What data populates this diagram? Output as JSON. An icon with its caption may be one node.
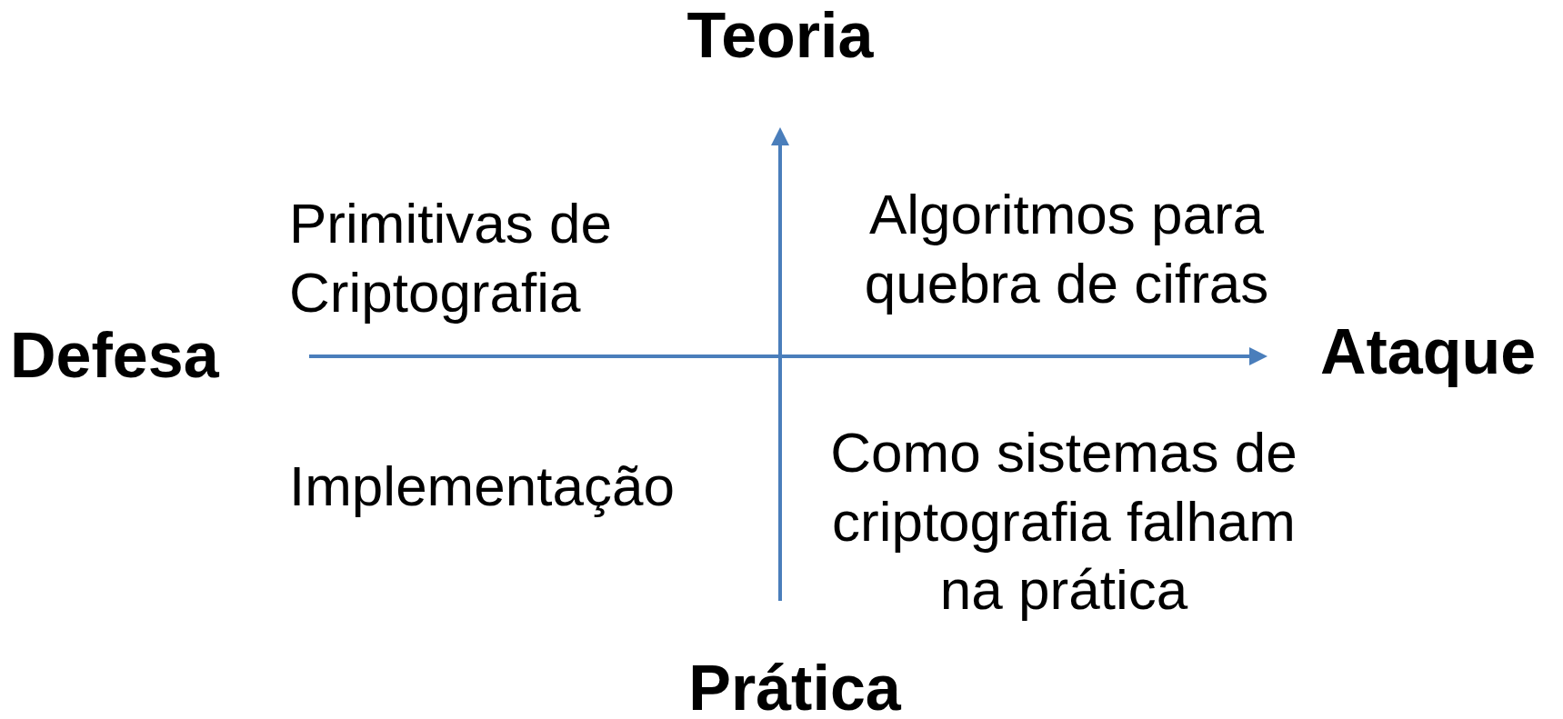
{
  "diagram": {
    "labels": [
      "Teoria",
      "Primitivas de Criptografia",
      "Algoritmos para quebra de cifras",
      "Defesa",
      "Ataque",
      "Implementação",
      "Como sistemas de criptografia falham na prática",
      "Prática"
    ]
  }
}
